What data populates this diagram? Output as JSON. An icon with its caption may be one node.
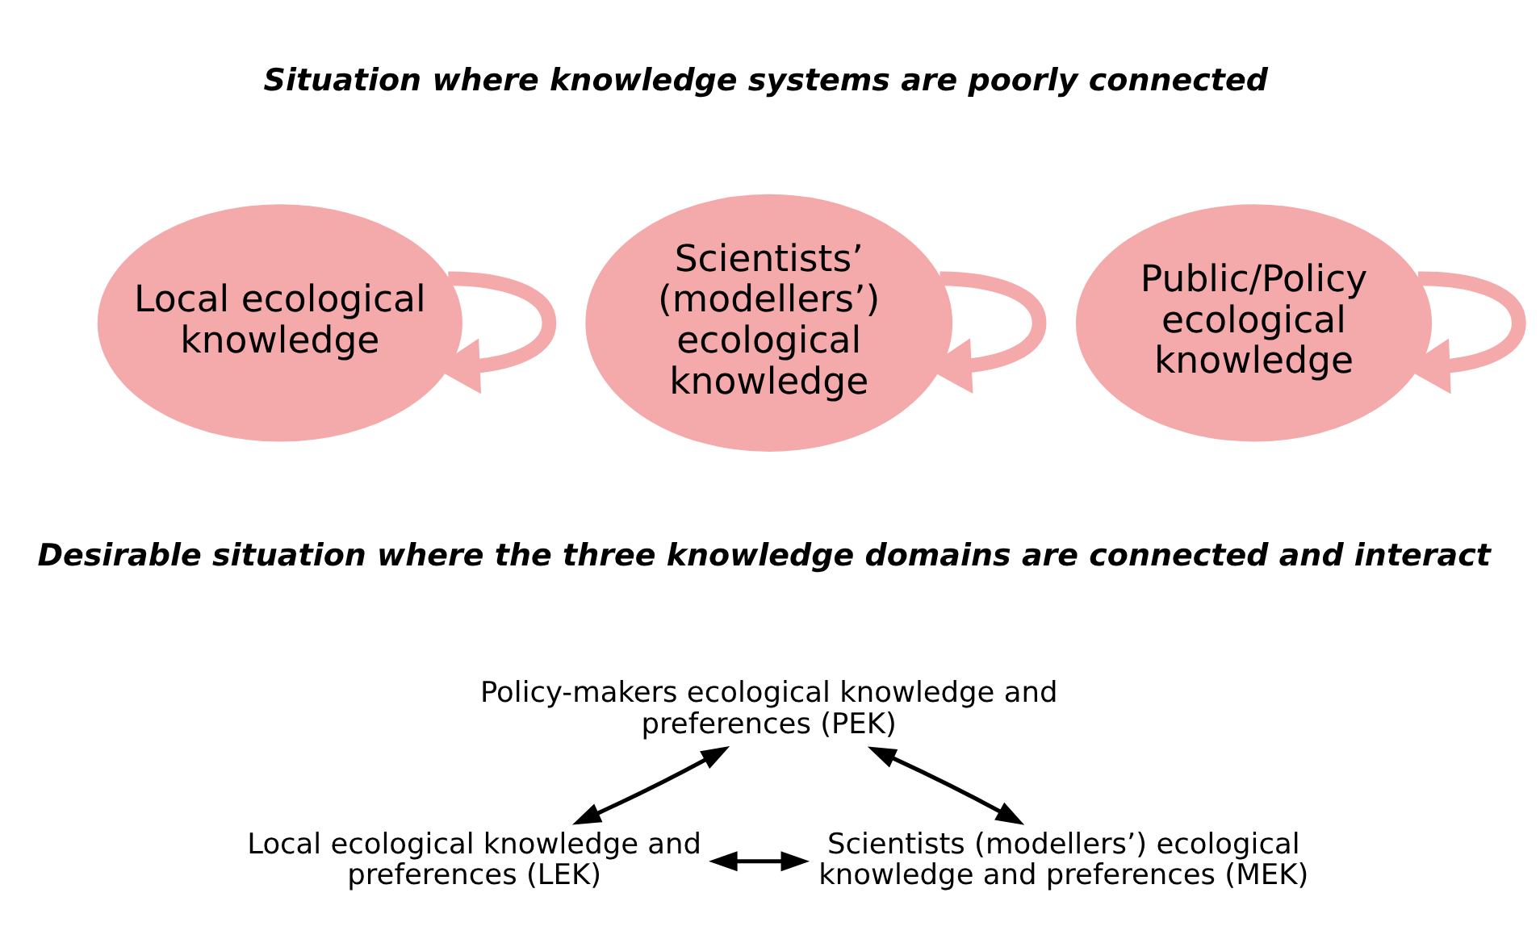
{
  "diagram": {
    "nodes": [
      {
        "text": [
          "Local ecological knowledge"
        ]
      },
      {
        "text": [
          "Scientists’ (modellers’) ecological knowledge"
        ]
      },
      {
        "text": [
          "Public/Policy ecological knowledge"
        ]
      },
      {
        "text": [
          "Policy-makers ecological knowledge and preferences (PEK)"
        ]
      },
      {
        "text": [
          "Local ecological knowledge and preferences (LEK)"
        ]
      },
      {
        "text": [
          "Scientists (modellers’) ecological knowledge and preferences (MEK)"
        ]
      }
    ],
    "edges": [
      {
        "from": 0,
        "to": 0,
        "arrow": "to",
        "style": "thick",
        "color": "#f4a9aa"
      },
      {
        "from": 1,
        "to": 1,
        "arrow": "to",
        "style": "thick",
        "color": "#f4a9aa"
      },
      {
        "from": 2,
        "to": 2,
        "arrow": "to",
        "style": "thick",
        "color": "#f4a9aa"
      },
      {
        "from": 4,
        "to": 3,
        "arrow": "both",
        "color": "#000000"
      },
      {
        "from": 3,
        "to": 5,
        "arrow": "both",
        "color": "#000000"
      },
      {
        "from": 4,
        "to": 5,
        "arrow": "both",
        "color": "#000000"
      }
    ],
    "labels": [
      "Situation where knowledge systems are poorly connected",
      "Desirable situation where the three knowledge domains are connected and interact"
    ]
  }
}
